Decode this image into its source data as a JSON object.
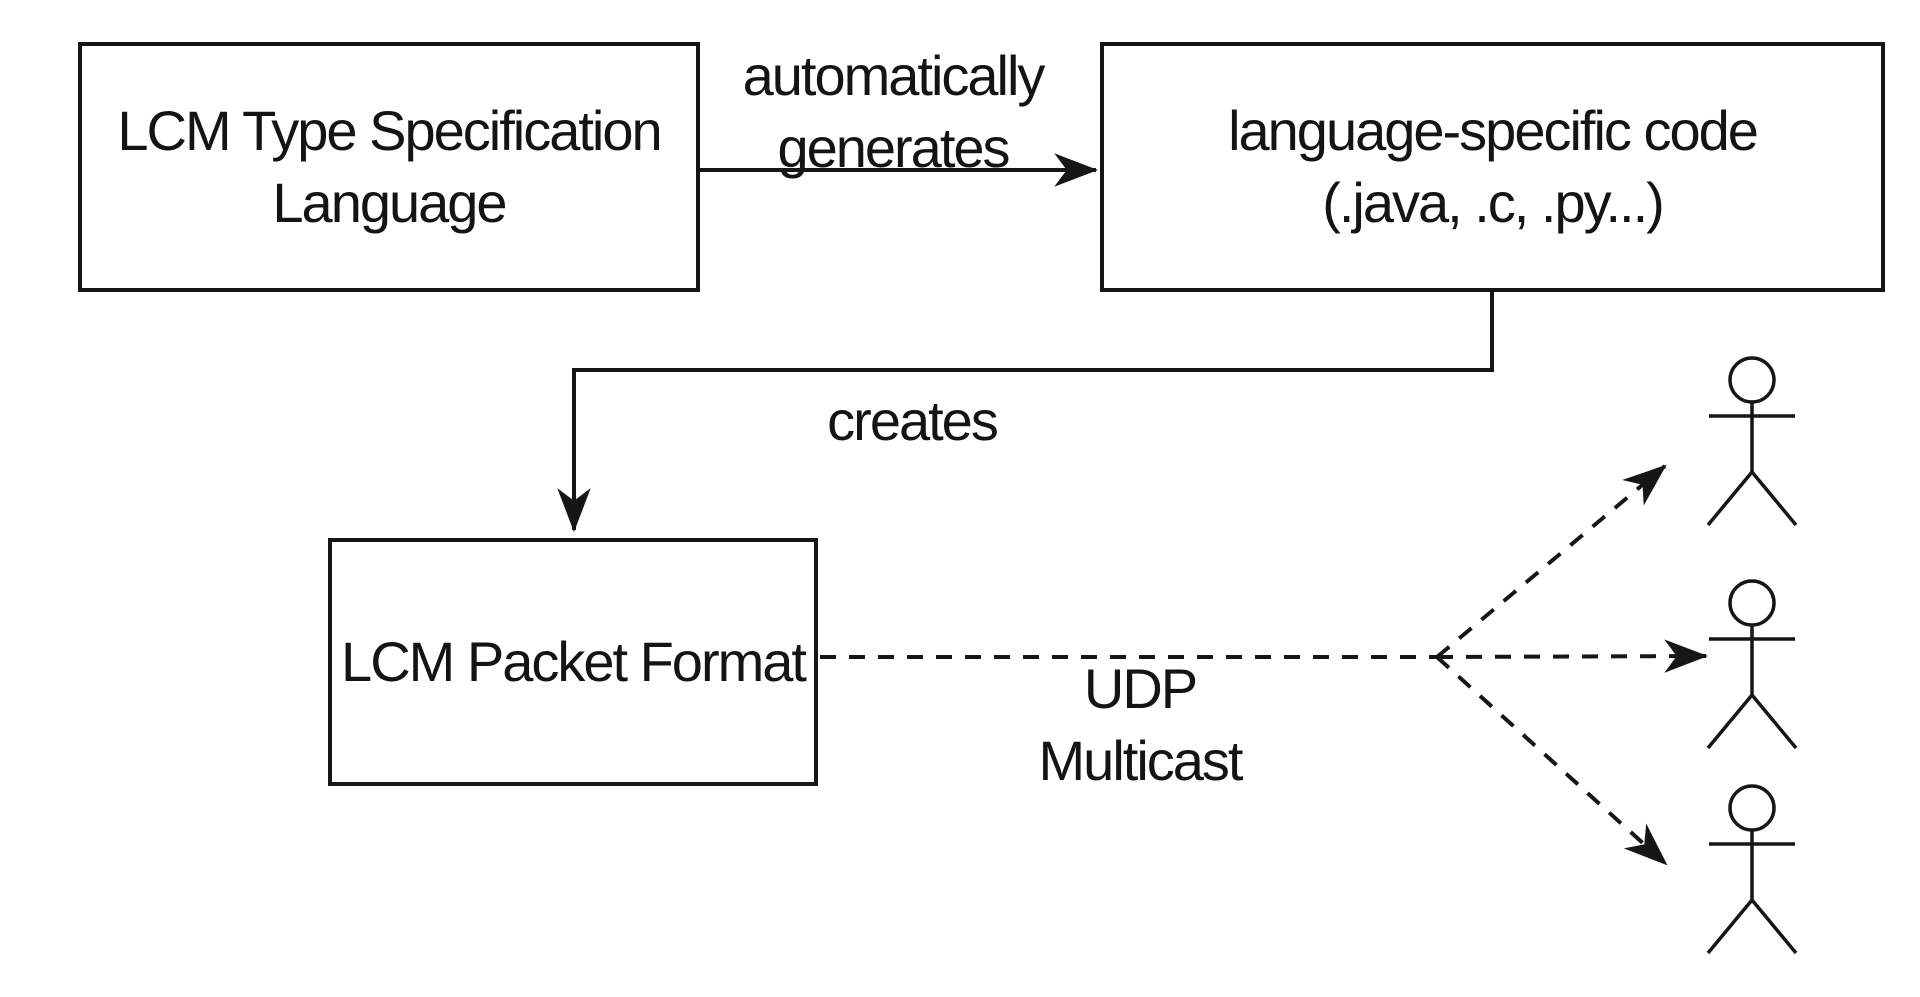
{
  "diagram": {
    "background_color": "#ffffff",
    "line_color": "#161616",
    "text_color": "#141414",
    "nodes": [
      {
        "id": "type-spec",
        "label": "LCM Type Specification\nLanguage"
      },
      {
        "id": "lang-code",
        "label": "language-specific code\n(.java, .c, .py...)"
      },
      {
        "id": "packet",
        "label": "LCM Packet Format"
      }
    ],
    "edges": [
      {
        "from": "type-spec",
        "to": "lang-code",
        "style": "solid-arrow",
        "label": "automatically\ngenerates"
      },
      {
        "from": "lang-code",
        "to": "packet",
        "style": "solid-arrow",
        "label": "creates"
      },
      {
        "from": "packet",
        "to": "receivers",
        "style": "dashed-arrow",
        "label": "UDP\nMulticast",
        "fanout": 3
      }
    ],
    "receivers": {
      "icon": "stick-person",
      "count": 3
    }
  }
}
